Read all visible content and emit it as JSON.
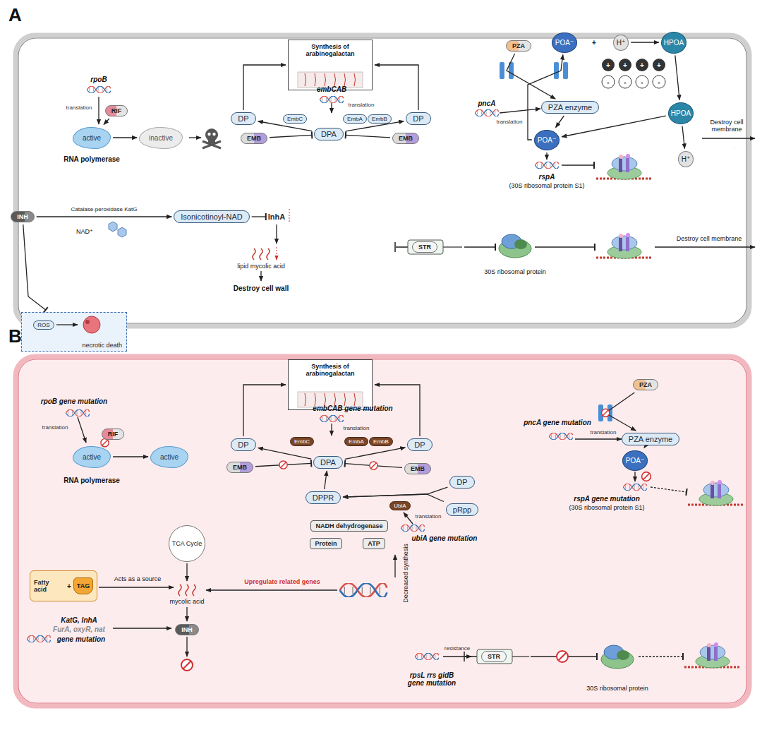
{
  "diagram": {
    "nodes": [
      {
        "text": [
          "A"
        ]
      },
      {
        "text": [
          "Synthesis of arabinogalactan"
        ],
        "in": 0
      },
      {
        "text": [
          "EmbC"
        ],
        "in": 0
      },
      {
        "text": [
          "EmbA"
        ],
        "in": 0
      },
      {
        "text": [
          "EmbB"
        ],
        "in": 0
      },
      {
        "text": [
          "DP"
        ],
        "in": 0
      },
      {
        "text": [
          "DPA"
        ],
        "in": 0
      },
      {
        "text": [
          "DP"
        ],
        "in": 0
      },
      {
        "text": [
          "EMB"
        ],
        "in": 0
      },
      {
        "text": [
          "EMB"
        ],
        "in": 0
      },
      {
        "text": [
          "RIF"
        ],
        "in": 0
      },
      {
        "text": [
          "active"
        ],
        "in": 0
      },
      {
        "text": [
          "inactive"
        ],
        "in": 0
      },
      {
        "text": [
          "PZA"
        ],
        "in": 0
      },
      {
        "text": [
          "PZA enzyme"
        ],
        "in": 0
      },
      {
        "text": [
          "POA⁻"
        ],
        "in": 0
      },
      {
        "text": [
          "POA⁻"
        ],
        "in": 0
      },
      {
        "text": [
          "H⁺"
        ],
        "in": 0
      },
      {
        "text": [
          "HPOA"
        ],
        "in": 0
      },
      {
        "text": [
          "HPOA"
        ],
        "in": 0
      },
      {
        "text": [
          "H⁺"
        ],
        "in": 0
      },
      {
        "text": [
          "INH"
        ],
        "in": 0
      },
      {
        "text": [
          "Isonicotinoyl-NAD"
        ],
        "in": 0
      },
      {
        "text": [
          "InhA"
        ],
        "in": 0
      },
      {
        "text": [
          "necrotic death"
        ]
      },
      {
        "text": [
          "ROS"
        ],
        "in": 24
      },
      {
        "text": [
          "STR"
        ],
        "in": 0
      },
      {
        "text": [
          "B"
        ]
      },
      {
        "text": [
          "Synthesis of arabinogalactan"
        ],
        "in": 27
      },
      {
        "text": [
          "EmbC"
        ],
        "in": 27
      },
      {
        "text": [
          "EmbA"
        ],
        "in": 27
      },
      {
        "text": [
          "EmbB"
        ],
        "in": 27
      },
      {
        "text": [
          "DP"
        ],
        "in": 27
      },
      {
        "text": [
          "DPA"
        ],
        "in": 27
      },
      {
        "text": [
          "DP"
        ],
        "in": 27
      },
      {
        "text": [
          "EMB"
        ],
        "in": 27
      },
      {
        "text": [
          "EMB"
        ],
        "in": 27
      },
      {
        "text": [
          "DPPR"
        ],
        "in": 27
      },
      {
        "text": [
          "DP"
        ],
        "in": 27
      },
      {
        "text": [
          "pRpp"
        ],
        "in": 27
      },
      {
        "text": [
          "UbiA"
        ],
        "in": 27
      },
      {
        "text": [
          "RIF"
        ],
        "in": 27
      },
      {
        "text": [
          "active"
        ],
        "in": 27
      },
      {
        "text": [
          "active"
        ],
        "in": 27
      },
      {
        "text": [
          "PZA"
        ],
        "in": 27
      },
      {
        "text": [
          "PZA enzyme"
        ],
        "in": 27
      },
      {
        "text": [
          "POA⁻"
        ],
        "in": 27
      },
      {
        "text": [
          "TCA Cycle"
        ],
        "in": 27
      },
      {
        "text": [
          "Fatty acid"
        ],
        "in": 27
      },
      {
        "text": [
          "TAG"
        ],
        "in": 48
      },
      {
        "text": [
          "NADH dehydrogenase"
        ],
        "in": 27
      },
      {
        "text": [
          "Protein"
        ],
        "in": 27
      },
      {
        "text": [
          "ATP"
        ],
        "in": 27
      },
      {
        "text": [
          "INH"
        ],
        "in": 27
      },
      {
        "text": [
          "STR"
        ],
        "in": 27
      }
    ],
    "edges": [
      {
        "from": 6,
        "to": 5,
        "arrow": "to"
      },
      {
        "from": 6,
        "to": 7,
        "arrow": "to"
      },
      {
        "from": 8,
        "to": 6,
        "arrow": "to"
      },
      {
        "from": 9,
        "to": 6,
        "arrow": "to"
      },
      {
        "from": 5,
        "to": 1,
        "arrow": "to"
      },
      {
        "from": 7,
        "to": 1,
        "arrow": "to"
      },
      {
        "from": 10,
        "to": 11,
        "arrow": "to"
      },
      {
        "from": 11,
        "to": 12,
        "arrow": "to"
      },
      {
        "from": 13,
        "to": 14,
        "arrow": "to"
      },
      {
        "from": 14,
        "to": 15,
        "arrow": "to"
      },
      {
        "from": 15,
        "to": 16,
        "arrow": "to"
      },
      {
        "from": 17,
        "to": 18,
        "arrow": "to"
      },
      {
        "from": 18,
        "to": 19,
        "arrow": "to"
      },
      {
        "from": 19,
        "to": 15,
        "arrow": "to"
      },
      {
        "from": 19,
        "to": 20,
        "arrow": "to"
      },
      {
        "from": 21,
        "to": 22,
        "label": "Catalase-peroxidase KatG",
        "arrow": "to"
      },
      {
        "from": 22,
        "to": 23,
        "arrow": "to"
      },
      {
        "from": 21,
        "to": 24,
        "arrow": "to"
      },
      {
        "from": 33,
        "to": 32,
        "arrow": "to"
      },
      {
        "from": 33,
        "to": 34,
        "arrow": "to"
      },
      {
        "from": 35,
        "to": 33,
        "arrow": "to"
      },
      {
        "from": 36,
        "to": 33,
        "arrow": "to"
      },
      {
        "from": 32,
        "to": 28,
        "arrow": "to"
      },
      {
        "from": 34,
        "to": 28,
        "arrow": "to"
      },
      {
        "from": 37,
        "to": 33,
        "arrow": "to"
      },
      {
        "from": 38,
        "to": 37,
        "arrow": "to"
      },
      {
        "from": 39,
        "to": 37,
        "arrow": "to"
      },
      {
        "from": 41,
        "to": 42,
        "arrow": "to"
      },
      {
        "from": 42,
        "to": 43,
        "arrow": "to"
      },
      {
        "from": 44,
        "to": 45,
        "arrow": "to"
      },
      {
        "from": 45,
        "to": 46,
        "arrow": "to"
      }
    ],
    "labels": [
      "embCAB",
      "translation",
      "rpoB",
      "translation",
      "RNA polymerase",
      "+",
      "+",
      "+",
      "+",
      "+",
      "-",
      "-",
      "-",
      "-",
      "Destroy cell membrane",
      "pncA",
      "translation",
      "rspA",
      "(30S ribosomal protein S1)",
      "NAD⁺",
      "lipid mycolic acid",
      "Destroy cell wall",
      "30S ribosomal protein",
      "Destroy cell membrane",
      "embCAB gene mutation",
      "translation",
      "translation",
      "ubiA gene mutation",
      "rpoB gene mutation",
      "translation",
      "RNA polymerase",
      "pncA gene mutation",
      "translation",
      "rspA gene mutation",
      "(30S ribosomal protein S1)",
      "+",
      "Acts as a source",
      "mycolic acid",
      "Upregulate related genes",
      "Decreased synthesis",
      "KatG, InhA",
      "FurA, oxyR, nat",
      "gene mutation",
      "rpsL rrs gidB gene mutation",
      "resistance",
      "30S ribosomal protein"
    ]
  }
}
